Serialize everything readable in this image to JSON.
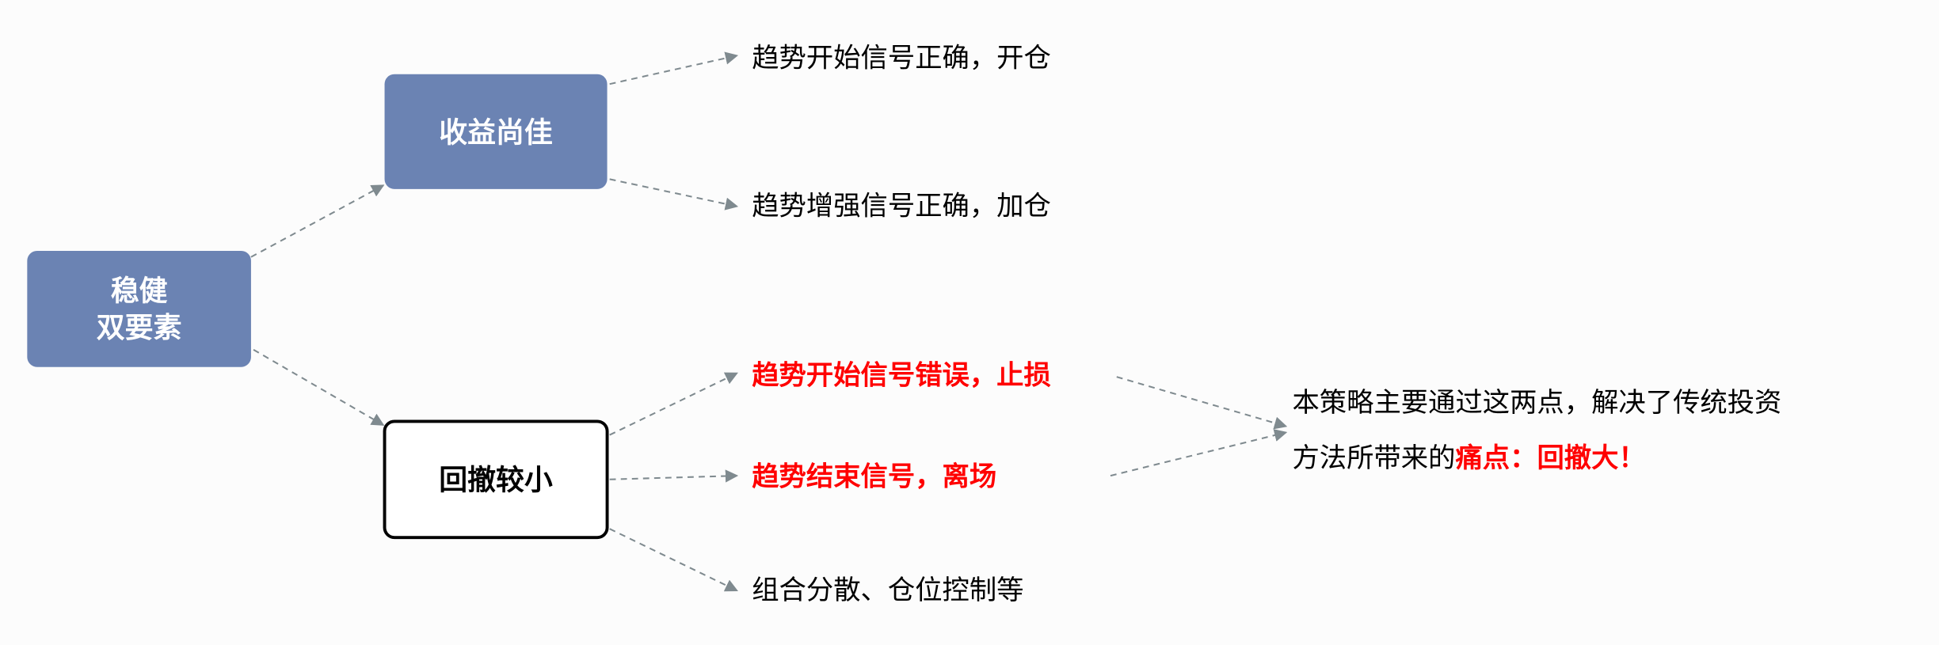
{
  "colors": {
    "box_fill": "#6b83b3",
    "highlight": "#ff0000",
    "arrow": "#7f8a8f"
  },
  "root": {
    "line1": "稳健",
    "line2": "双要素"
  },
  "branch_returns": {
    "label": "收益尚佳",
    "items": [
      "趋势开始信号正确，开仓",
      "趋势增强信号正确，加仓"
    ]
  },
  "branch_drawdown": {
    "label": "回撤较小",
    "items": [
      "趋势开始信号错误，止损",
      "趋势结束信号，离场",
      "组合分散、仓位控制等"
    ]
  },
  "conclusion": {
    "line1": "本策略主要通过这两点，解决了传统投资",
    "line2_prefix": "方法所带来的",
    "line2_highlight": "痛点：回撤大！"
  }
}
